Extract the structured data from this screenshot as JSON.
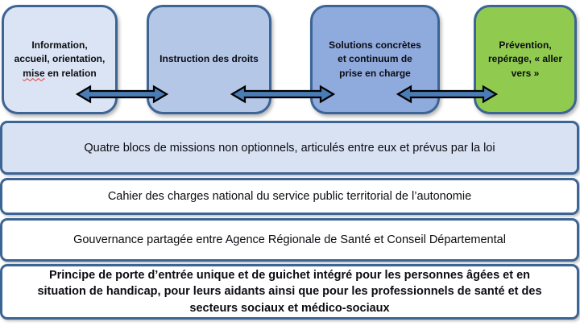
{
  "colors": {
    "box1_fill": "#dbe4f4",
    "box2_fill": "#b4c7e7",
    "box3_fill": "#8faadc",
    "box4_fill": "#90cb50",
    "box_border": "#3c6494",
    "band_border": "#3c6494",
    "band1_fill": "#d9e2f3",
    "arrow_fill": "#4a7cb5",
    "arrow_outline": "#000000",
    "text_color": "#0c0c12"
  },
  "boxes": [
    {
      "line1": "Information,",
      "line2": "accueil, orientation,",
      "line3_word": "mise",
      "line3_rest": " en relation"
    },
    {
      "line1": "Instruction des droits"
    },
    {
      "line1": "Solutions concrètes",
      "line2": "et continuum de",
      "line3": "prise en charge"
    },
    {
      "line1": "Prévention,",
      "line2": "repérage, « aller",
      "line3": "vers »"
    }
  ],
  "bands": [
    {
      "text": "Quatre blocs de missions non optionnels, articulés entre eux et prévus par la loi"
    },
    {
      "text": "Cahier des charges national du service public territorial de l’autonomie"
    },
    {
      "text": "Gouvernance partagée entre Agence Régionale de Santé et Conseil Départemental"
    },
    {
      "line1": "Principe de porte d’entrée unique et de guichet intégré pour les personnes âgées et en",
      "line2": "situation de handicap, pour leurs aidants ainsi que pour les professionnels de santé et des",
      "line3": "secteurs sociaux et médico-sociaux"
    }
  ]
}
